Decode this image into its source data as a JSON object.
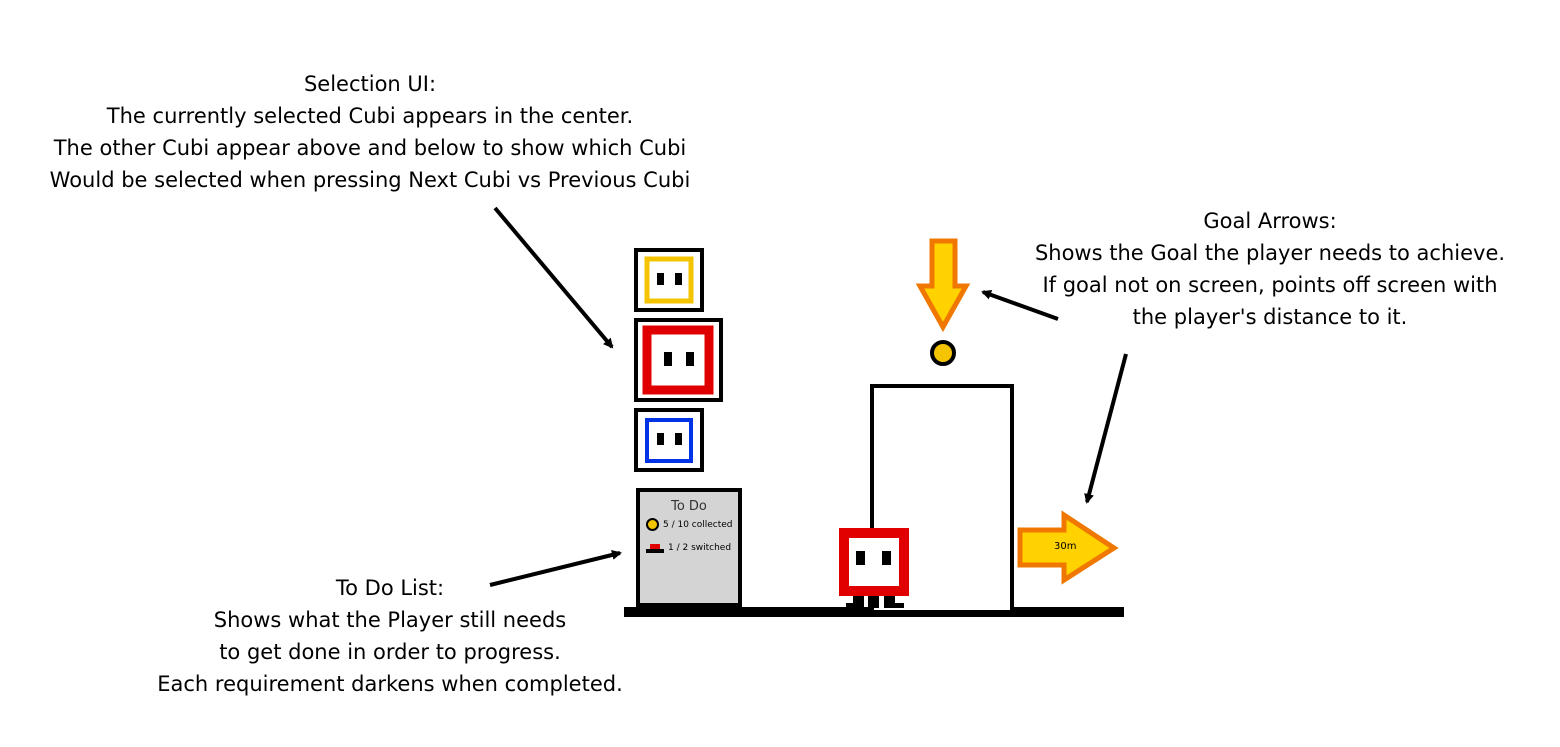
{
  "annotations": {
    "selection_ui": [
      "Selection UI:",
      "The currently selected Cubi appears in the center.",
      "The other Cubi appear above and below to show which Cubi",
      "Would be selected when pressing Next Cubi vs Previous Cubi"
    ],
    "goal_arrows": [
      "Goal Arrows:",
      "Shows the Goal the player needs to achieve.",
      "If goal not on screen, points off screen with",
      "the player's distance to it."
    ],
    "todo_list": [
      "To Do List:",
      "Shows what the Player still needs",
      "to get done in order to progress.",
      "Each requirement darkens when completed."
    ]
  },
  "todo_panel": {
    "title": "To Do",
    "collected": "5 / 10 collected",
    "switched": "1 / 2 switched"
  },
  "goal_arrow": {
    "distance": "30m"
  },
  "colors": {
    "cubi_yellow": "#f5c400",
    "cubi_red": "#e00000",
    "cubi_blue": "#0033e6",
    "arrow_fill": "#ffd200",
    "arrow_outline": "#f07800",
    "panel_gray": "#d4d4d4"
  }
}
